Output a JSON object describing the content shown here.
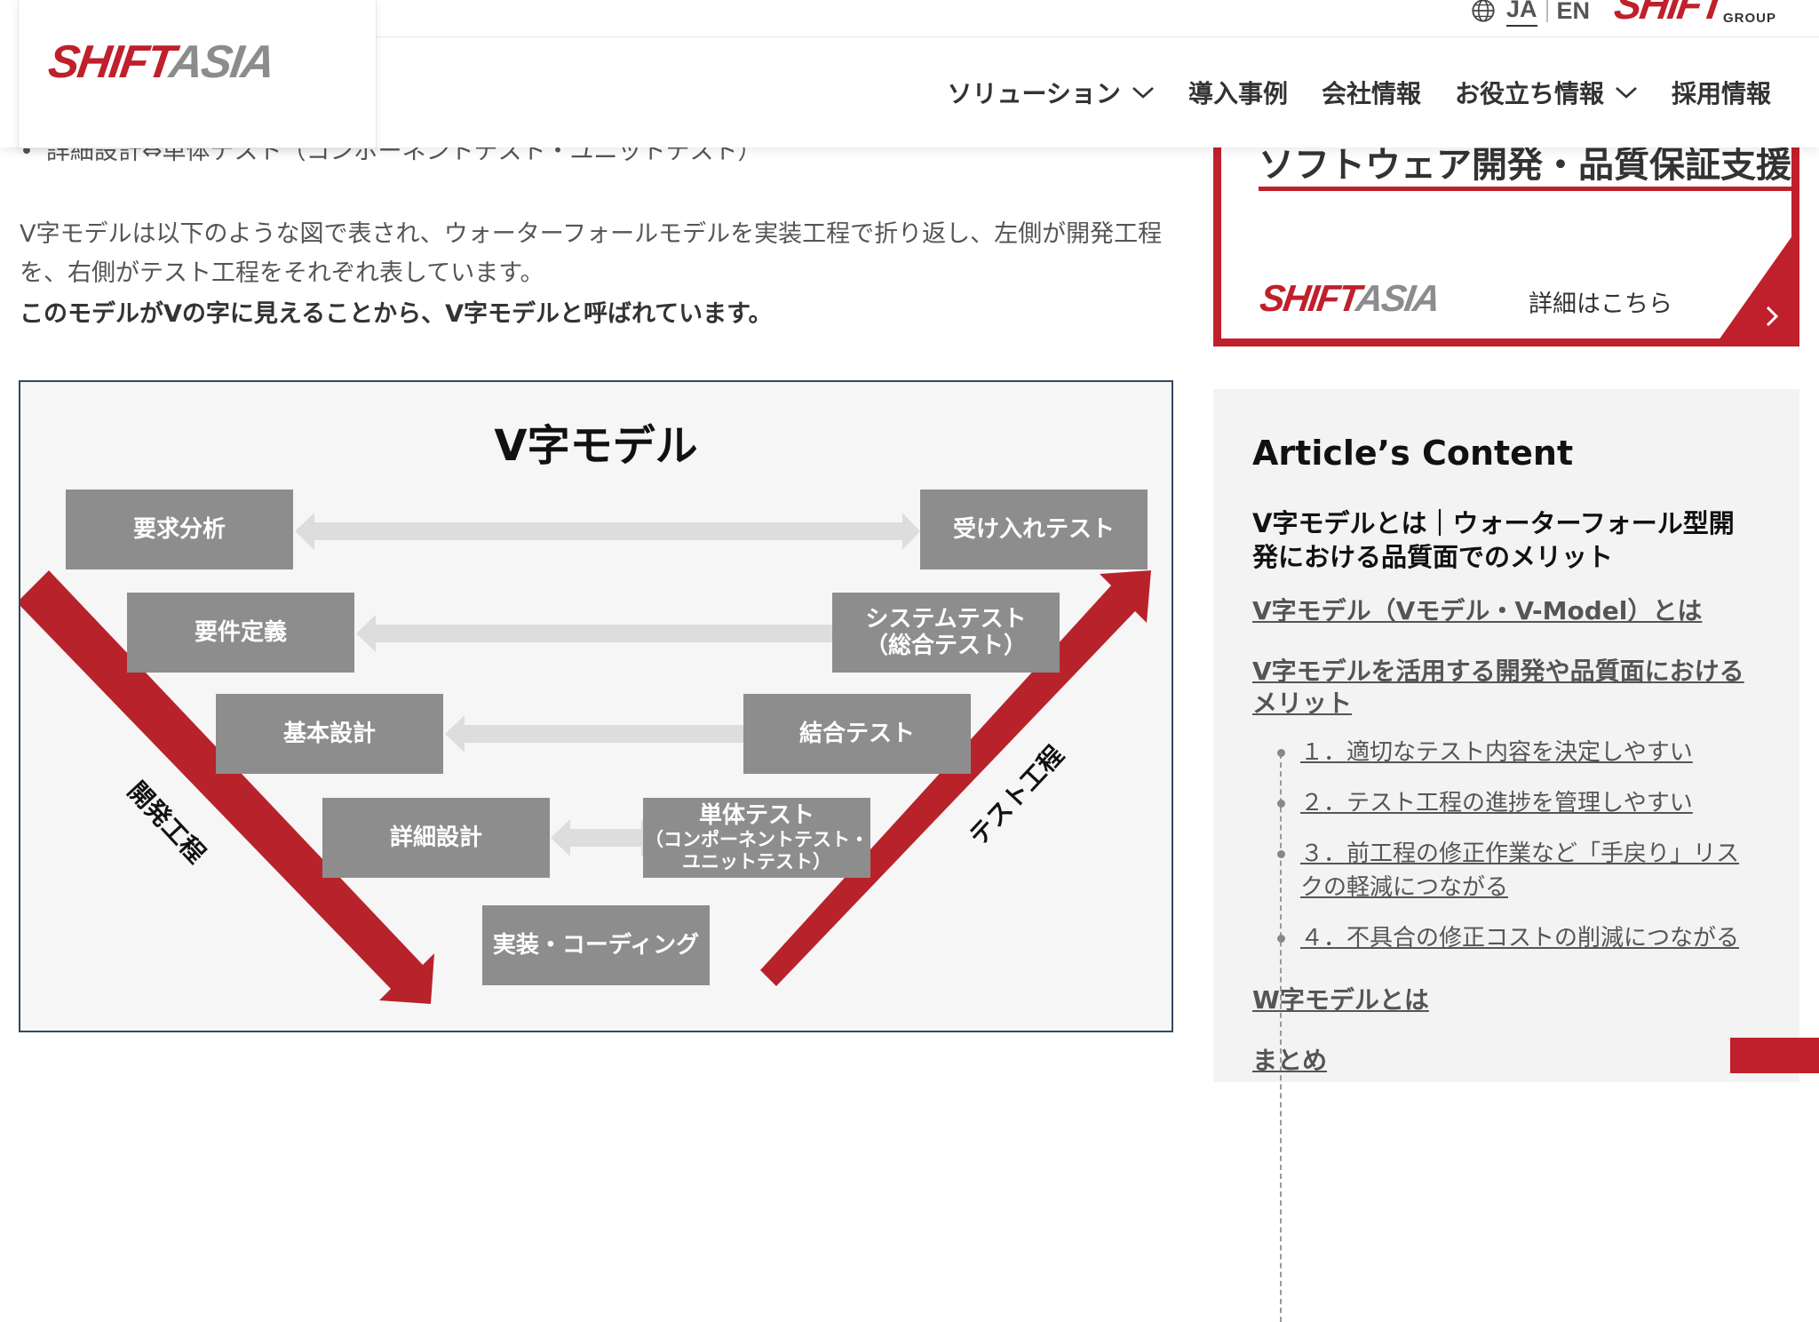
{
  "header": {
    "logo": {
      "part1": "SHIFT",
      "part2": "ASIA"
    },
    "lang": {
      "ja": "JA",
      "en": "EN"
    },
    "group_logo": {
      "word": "SHIFT",
      "sub": "GROUP"
    },
    "nav": [
      {
        "label": "ソリューション",
        "dropdown": true
      },
      {
        "label": "導入事例",
        "dropdown": false
      },
      {
        "label": "会社情報",
        "dropdown": false
      },
      {
        "label": "お役立ち情報",
        "dropdown": true
      },
      {
        "label": "採用情報",
        "dropdown": false
      }
    ]
  },
  "article": {
    "bullet_partial": "詳細設計⇔単体テスト（コンポーネントテスト・ユニットテスト）",
    "paragraph": "V字モデルは以下のような図で表され、ウォーターフォールモデルを実装工程で折り返し、左側が開発工程を、右側がテスト工程をそれぞれ表しています。",
    "paragraph_bold": "このモデルがVの字に見えることから、V字モデルと呼ばれています。"
  },
  "figure": {
    "title": "V字モデル",
    "left_label": "開発工程",
    "right_label": "テスト工程",
    "left_boxes": [
      "要求分析",
      "要件定義",
      "基本設計",
      "詳細設計"
    ],
    "right_boxes": [
      {
        "main": "受け入れテスト",
        "sub": ""
      },
      {
        "main": "システムテスト",
        "sub": "（総合テスト）"
      },
      {
        "main": "結合テスト",
        "sub": ""
      },
      {
        "main": "単体テスト",
        "sub": "（コンポーネントテスト・ユニットテスト）",
        "sub1": "（コンポーネントテスト・",
        "sub2": "ユニットテスト）"
      }
    ],
    "bottom_box": "実装・コーディング",
    "colors": {
      "box": "#8d8d8d",
      "arrow": "#c0202b",
      "connector": "#dedede"
    }
  },
  "sidebar": {
    "banner": {
      "title": "ソフトウェア開発・品質保証支援",
      "logo": {
        "part1": "SHIFT",
        "part2": "ASIA"
      },
      "cta": "詳細はこちら"
    },
    "toc": {
      "heading": "Article’s Content",
      "h2": "V字モデルとは｜ウォーターフォール型開発における品質面でのメリット",
      "link1": "V字モデル（Vモデル・V-Model）とは",
      "link2": "V字モデルを活用する開発や品質面におけるメリット",
      "subs": [
        "１．適切なテスト内容を決定しやすい",
        "２．テスト工程の進捗を管理しやすい",
        "３．前工程の修正作業など「手戻り」リスクの軽減につながる",
        "４．不具合の修正コストの削減につながる"
      ],
      "link3": "W字モデルとは",
      "link4_partial": "まとめ"
    }
  },
  "colors": {
    "brand_red": "#c0202b",
    "logo_grey": "#8c8c8c"
  }
}
